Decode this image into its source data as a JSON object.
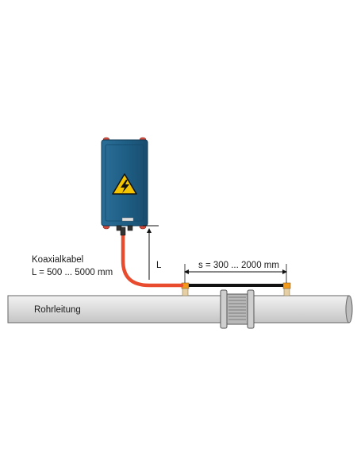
{
  "labels": {
    "cable_name": "Koaxialkabel",
    "cable_length": "L = 500 ... 5000 mm",
    "distance_L": "L",
    "spacing": "s = 300 ... 2000 mm",
    "pipe": "Rohrleitung"
  },
  "colors": {
    "housing": "#1f5f86",
    "housing_dark": "#17496a",
    "coax_cable": "#e84b2e",
    "sensor_cable": "#111111",
    "pipe_fill": "#dcdcdc",
    "pipe_stroke": "#666666",
    "sensor_clamp": "#f29a1b",
    "warning_yellow": "#f5c400",
    "bolt_red": "#d44a3c"
  },
  "icons": {
    "warning": "high-voltage-warning-icon"
  }
}
